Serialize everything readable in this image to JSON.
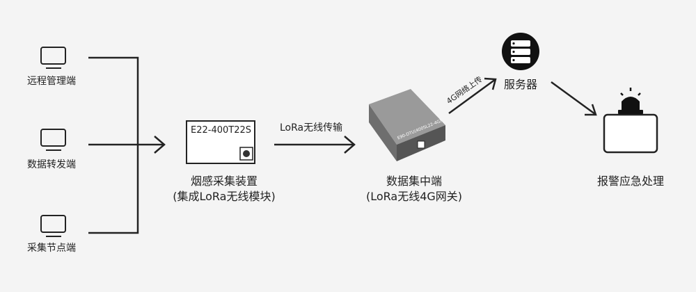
{
  "terminals": [
    {
      "label": "远程管理端",
      "icon": "monitor-icon"
    },
    {
      "label": "数据转发端",
      "icon": "monitor-icon"
    },
    {
      "label": "采集节点端",
      "icon": "monitor-icon"
    }
  ],
  "module": {
    "model": "E22-400T22S",
    "title": "烟感采集装置",
    "subtitle": "(集成LoRa无线模块)"
  },
  "lora_link": {
    "label": "LoRa无线传输"
  },
  "gateway": {
    "device_text": "E90-DTU(400SL22-4G)",
    "title": "数据集中端",
    "subtitle": "(LoRa无线4G网关)"
  },
  "uplink": {
    "label": "4G网络上传"
  },
  "server": {
    "label": "服务器",
    "icon": "server-icon"
  },
  "alarm": {
    "label": "报警应急处理",
    "icon": "alarm-light-icon"
  },
  "colors": {
    "line": "#222222",
    "background": "#f4f4f4",
    "alarm_bg": "#1a1a1a"
  }
}
